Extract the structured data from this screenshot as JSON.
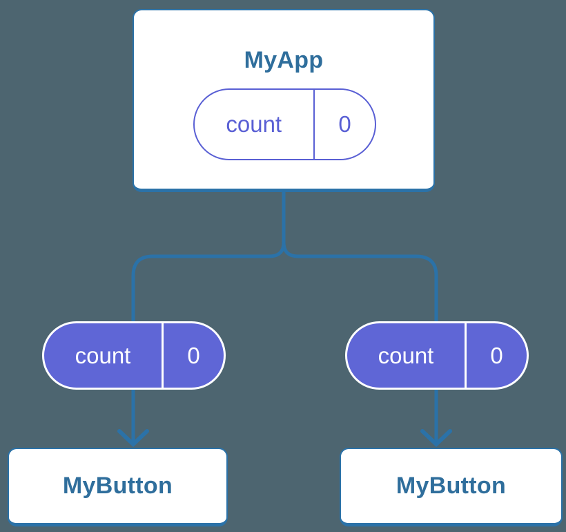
{
  "colors": {
    "background": "#4d6570",
    "connector": "#2b72a8",
    "card_border": "#2b72a8",
    "card_background": "#ffffff",
    "heading_text": "#2f6e9c",
    "pill_purple": "#5f66d6",
    "pill_outline_purple": "#595fd4",
    "pill_text_on_purple": "#ffffff"
  },
  "root": {
    "title": "MyApp",
    "state": {
      "key": "count",
      "value": "0"
    }
  },
  "children": [
    {
      "title": "MyButton",
      "prop": {
        "key": "count",
        "value": "0"
      }
    },
    {
      "title": "MyButton",
      "prop": {
        "key": "count",
        "value": "0"
      }
    }
  ]
}
